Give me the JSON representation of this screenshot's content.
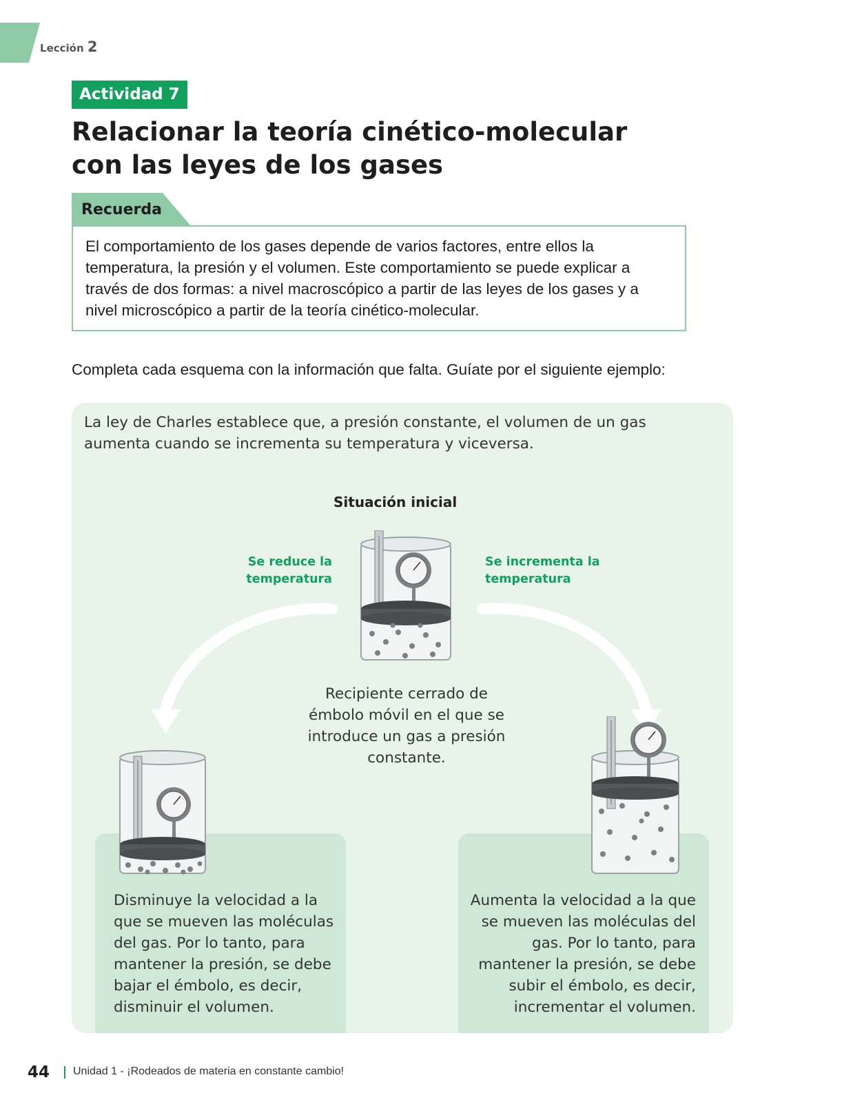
{
  "header": {
    "lesson_word": "Lección",
    "lesson_number": "2"
  },
  "activity": {
    "badge": "Actividad 7",
    "title_line1": "Relacionar la teoría cinético-molecular",
    "title_line2": "con las leyes de los gases"
  },
  "recuerda": {
    "label": "Recuerda",
    "text": "El comportamiento de los gases depende de varios factores, entre ellos la temperatura, la presión y el volumen. Este comportamiento se puede explicar a través de dos formas: a nivel macroscópico a partir de las leyes de los gases y a nivel microscópico a partir de la teoría cinético-molecular."
  },
  "instruction": "Completa cada esquema con la información que falta. Guíate por el siguiente ejemplo:",
  "example": {
    "law_text": "La ley de Charles establece que, a presión constante, el volumen de un gas aumenta cuando se incrementa su temperatura y viceversa.",
    "initial_title": "Situación inicial",
    "label_reduce": "Se reduce la temperatura",
    "label_increase": "Se incrementa la temperatura",
    "center_desc": "Recipiente cerrado de émbolo móvil en el que se introduce un gas a presión constante.",
    "result_left": "Disminuye la velocidad a la que se mueven las moléculas del gas. Por lo tanto, para mantener la presión, se debe bajar el émbolo, es decir, disminuir el volumen.",
    "result_right": "Aumenta la velocidad a la que se mueven las moléculas del gas. Por lo tanto, para mantener la presión, se debe subir el émbolo, es decir, incrementar el volumen."
  },
  "footer": {
    "page_number": "44",
    "unit_text": "Unidad 1 - ¡Rodeados de materia en constante cambio!"
  },
  "colors": {
    "accent_green": "#12a05f",
    "light_green": "#8fcaa6",
    "panel_bg": "#e8f4ea",
    "box_bg": "#cfe8d6"
  }
}
